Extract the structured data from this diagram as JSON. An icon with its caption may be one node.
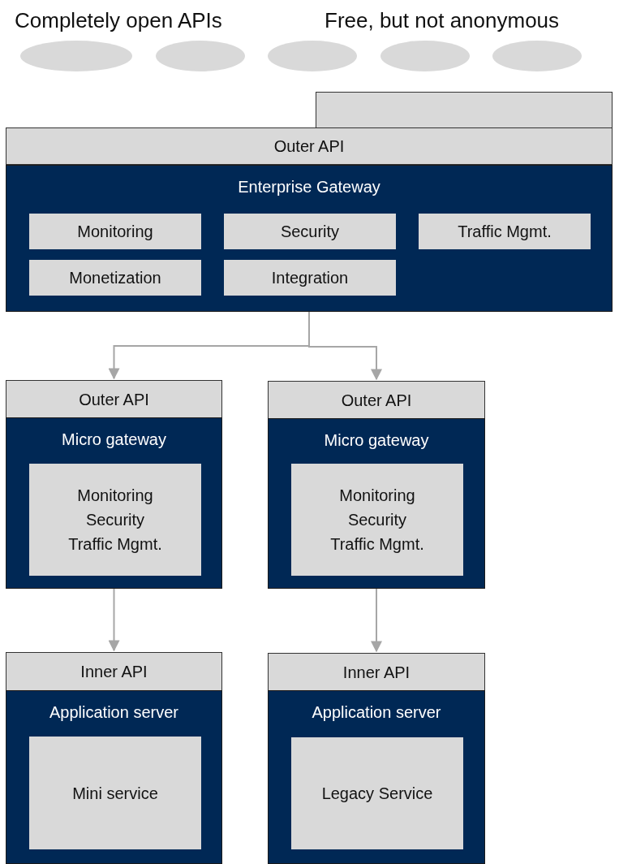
{
  "diagram": {
    "nodes": [
      {
        "text": [],
        "shape": "ellipse"
      },
      {
        "text": [],
        "shape": "ellipse"
      },
      {
        "text": [],
        "shape": "ellipse"
      },
      {
        "text": [],
        "shape": "ellipse"
      },
      {
        "text": [],
        "shape": "ellipse"
      },
      {
        "text": [],
        "shape": "box"
      },
      {
        "text": [
          "Outer API"
        ]
      },
      {
        "text": [
          "Enterprise Gateway"
        ]
      },
      {
        "text": [
          "Monitoring"
        ],
        "in": 7
      },
      {
        "text": [
          "Security"
        ],
        "in": 7
      },
      {
        "text": [
          "Traffic Mgmt."
        ],
        "in": 7
      },
      {
        "text": [
          "Monetization"
        ],
        "in": 7
      },
      {
        "text": [
          "Integration"
        ],
        "in": 7
      },
      {
        "text": [
          "Outer API"
        ]
      },
      {
        "text": [
          "Micro gateway"
        ]
      },
      {
        "text": [
          "Monitoring",
          "Security",
          "Traffic Mgmt."
        ],
        "in": 14
      },
      {
        "text": [
          "Outer API"
        ]
      },
      {
        "text": [
          "Micro gateway"
        ]
      },
      {
        "text": [
          "Monitoring",
          "Security",
          "Traffic Mgmt."
        ],
        "in": 17
      },
      {
        "text": [
          "Inner API"
        ]
      },
      {
        "text": [
          "Application server"
        ]
      },
      {
        "text": [
          "Mini service"
        ],
        "in": 20
      },
      {
        "text": [
          "Inner API"
        ]
      },
      {
        "text": [
          "Application server"
        ]
      },
      {
        "text": [
          "Legacy Service"
        ],
        "in": 23
      }
    ],
    "edges": [
      {
        "from": 7,
        "to": 13,
        "arrow": "to"
      },
      {
        "from": 7,
        "to": 16,
        "arrow": "to"
      },
      {
        "from": 14,
        "to": 19,
        "arrow": "to"
      },
      {
        "from": 17,
        "to": 22,
        "arrow": "to"
      }
    ],
    "labels": [
      "Completely open APIs",
      "Free, but not anonymous"
    ]
  }
}
